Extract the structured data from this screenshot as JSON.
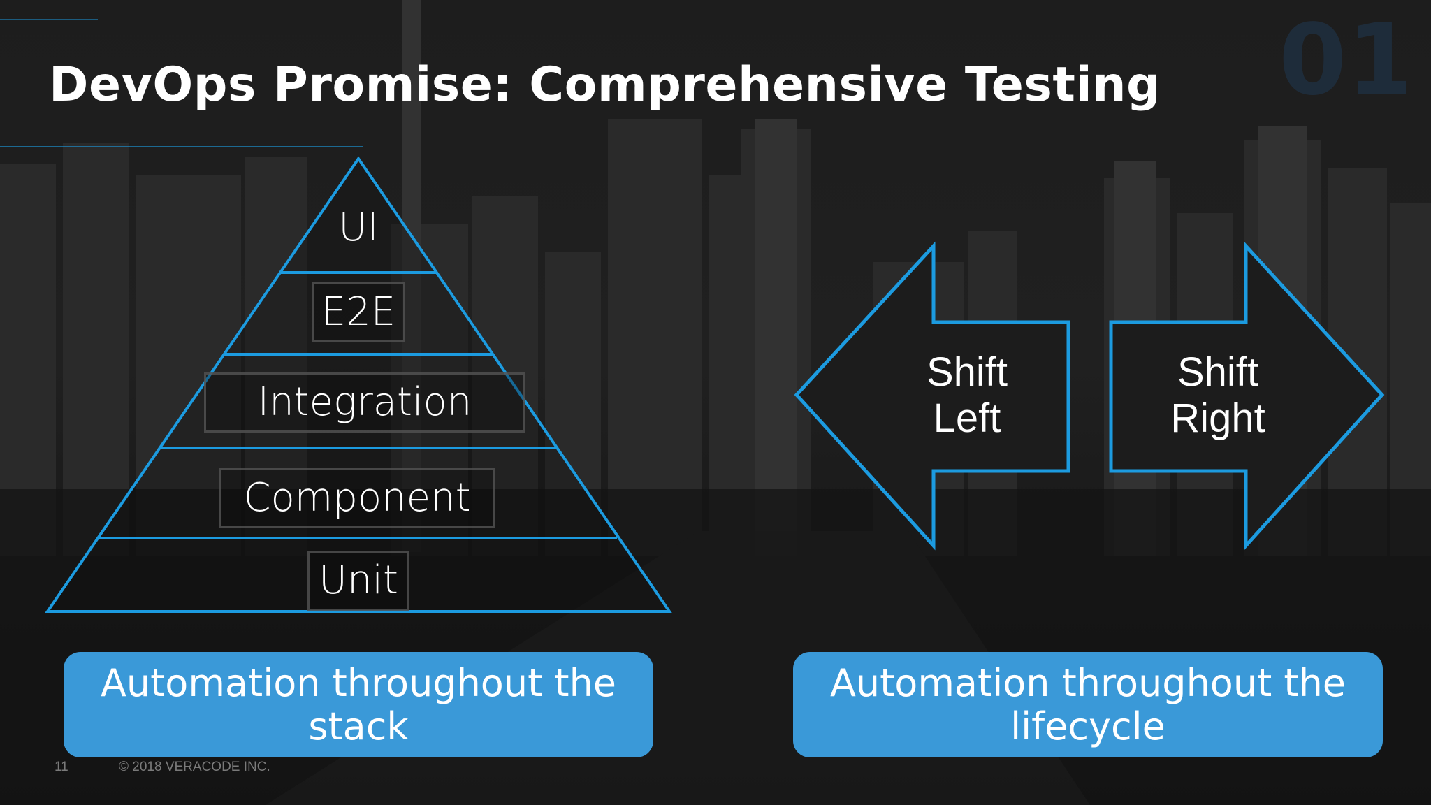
{
  "slide": {
    "title": "DevOps Promise: Comprehensive Testing",
    "logo_text": "01",
    "pyramid": {
      "tiers": [
        "UI",
        "E2E",
        "Integration",
        "Component",
        "Unit"
      ]
    },
    "arrows": {
      "left": {
        "line1": "Shift",
        "line2": "Left"
      },
      "right": {
        "line1": "Shift",
        "line2": "Right"
      }
    },
    "callouts": {
      "left": {
        "line1": "Automation throughout the",
        "line2": "stack"
      },
      "right": {
        "line1": "Automation throughout the",
        "line2": "lifecycle"
      }
    },
    "footer": {
      "page_number": "11",
      "copyright": "© 2018 VERACODE INC."
    }
  },
  "colors": {
    "accent_blue": "#1c9be0",
    "callout_fill": "#3a99d8",
    "arrow_fill": "#1c1c1c",
    "logo": "#1f2f40"
  }
}
